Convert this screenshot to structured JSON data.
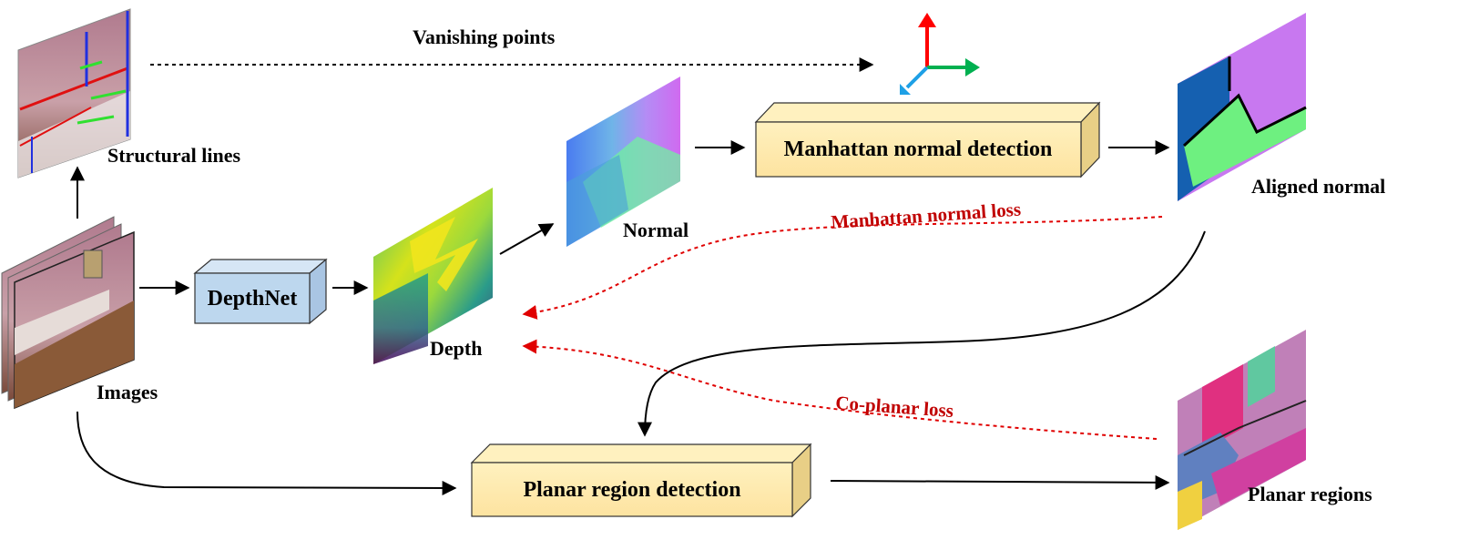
{
  "labels": {
    "vanishing_points": "Vanishing points",
    "structural_lines": "Structural lines",
    "images": "Images",
    "depthnet": "DepthNet",
    "depth": "Depth",
    "normal": "Normal",
    "manhattan_detection": "Manhattan normal detection",
    "aligned_normal": "Aligned normal",
    "manhattan_loss": "Manhattan normal loss",
    "coplanar_loss": "Co-planar loss",
    "planar_detection": "Planar region detection",
    "planar_regions": "Planar regions"
  },
  "colors": {
    "box_yellow": "#fde9a9",
    "box_blue": "#bdd7ee",
    "loss_red": "#c00000",
    "axis_red": "#ff0000",
    "axis_green": "#00b050",
    "axis_blue": "#1ea0e6"
  }
}
